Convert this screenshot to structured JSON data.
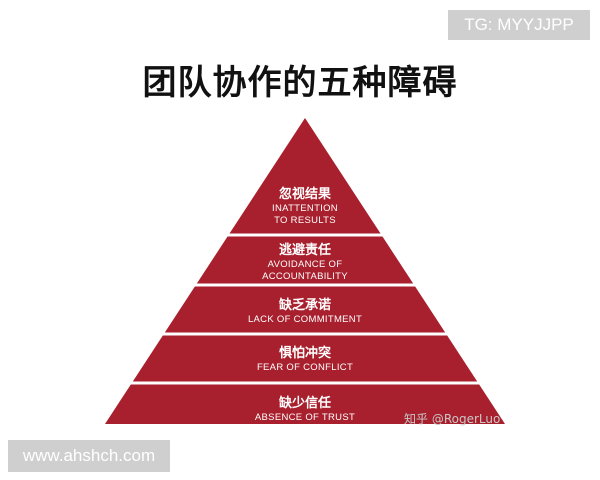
{
  "watermark_top": "TG: MYYJJPP",
  "title": "团队协作的五种障碍",
  "pyramid": {
    "color": "#a81f2d",
    "separator_color": "#ffffff",
    "levels": [
      {
        "zh": "忽视结果",
        "en_lines": [
          "INATTENTION",
          "TO RESULTS"
        ]
      },
      {
        "zh": "逃避责任",
        "en_lines": [
          "AVOIDANCE OF",
          "ACCOUNTABILITY"
        ]
      },
      {
        "zh": "缺乏承诺",
        "en_lines": [
          "LACK OF COMMITMENT"
        ]
      },
      {
        "zh": "惧怕冲突",
        "en_lines": [
          "FEAR OF CONFLICT"
        ]
      },
      {
        "zh": "缺少信任",
        "en_lines": [
          "ABSENCE OF TRUST"
        ]
      }
    ]
  },
  "attribution": "知乎 @RogerLuo",
  "watermark_bottom": "www.ahshch.com"
}
